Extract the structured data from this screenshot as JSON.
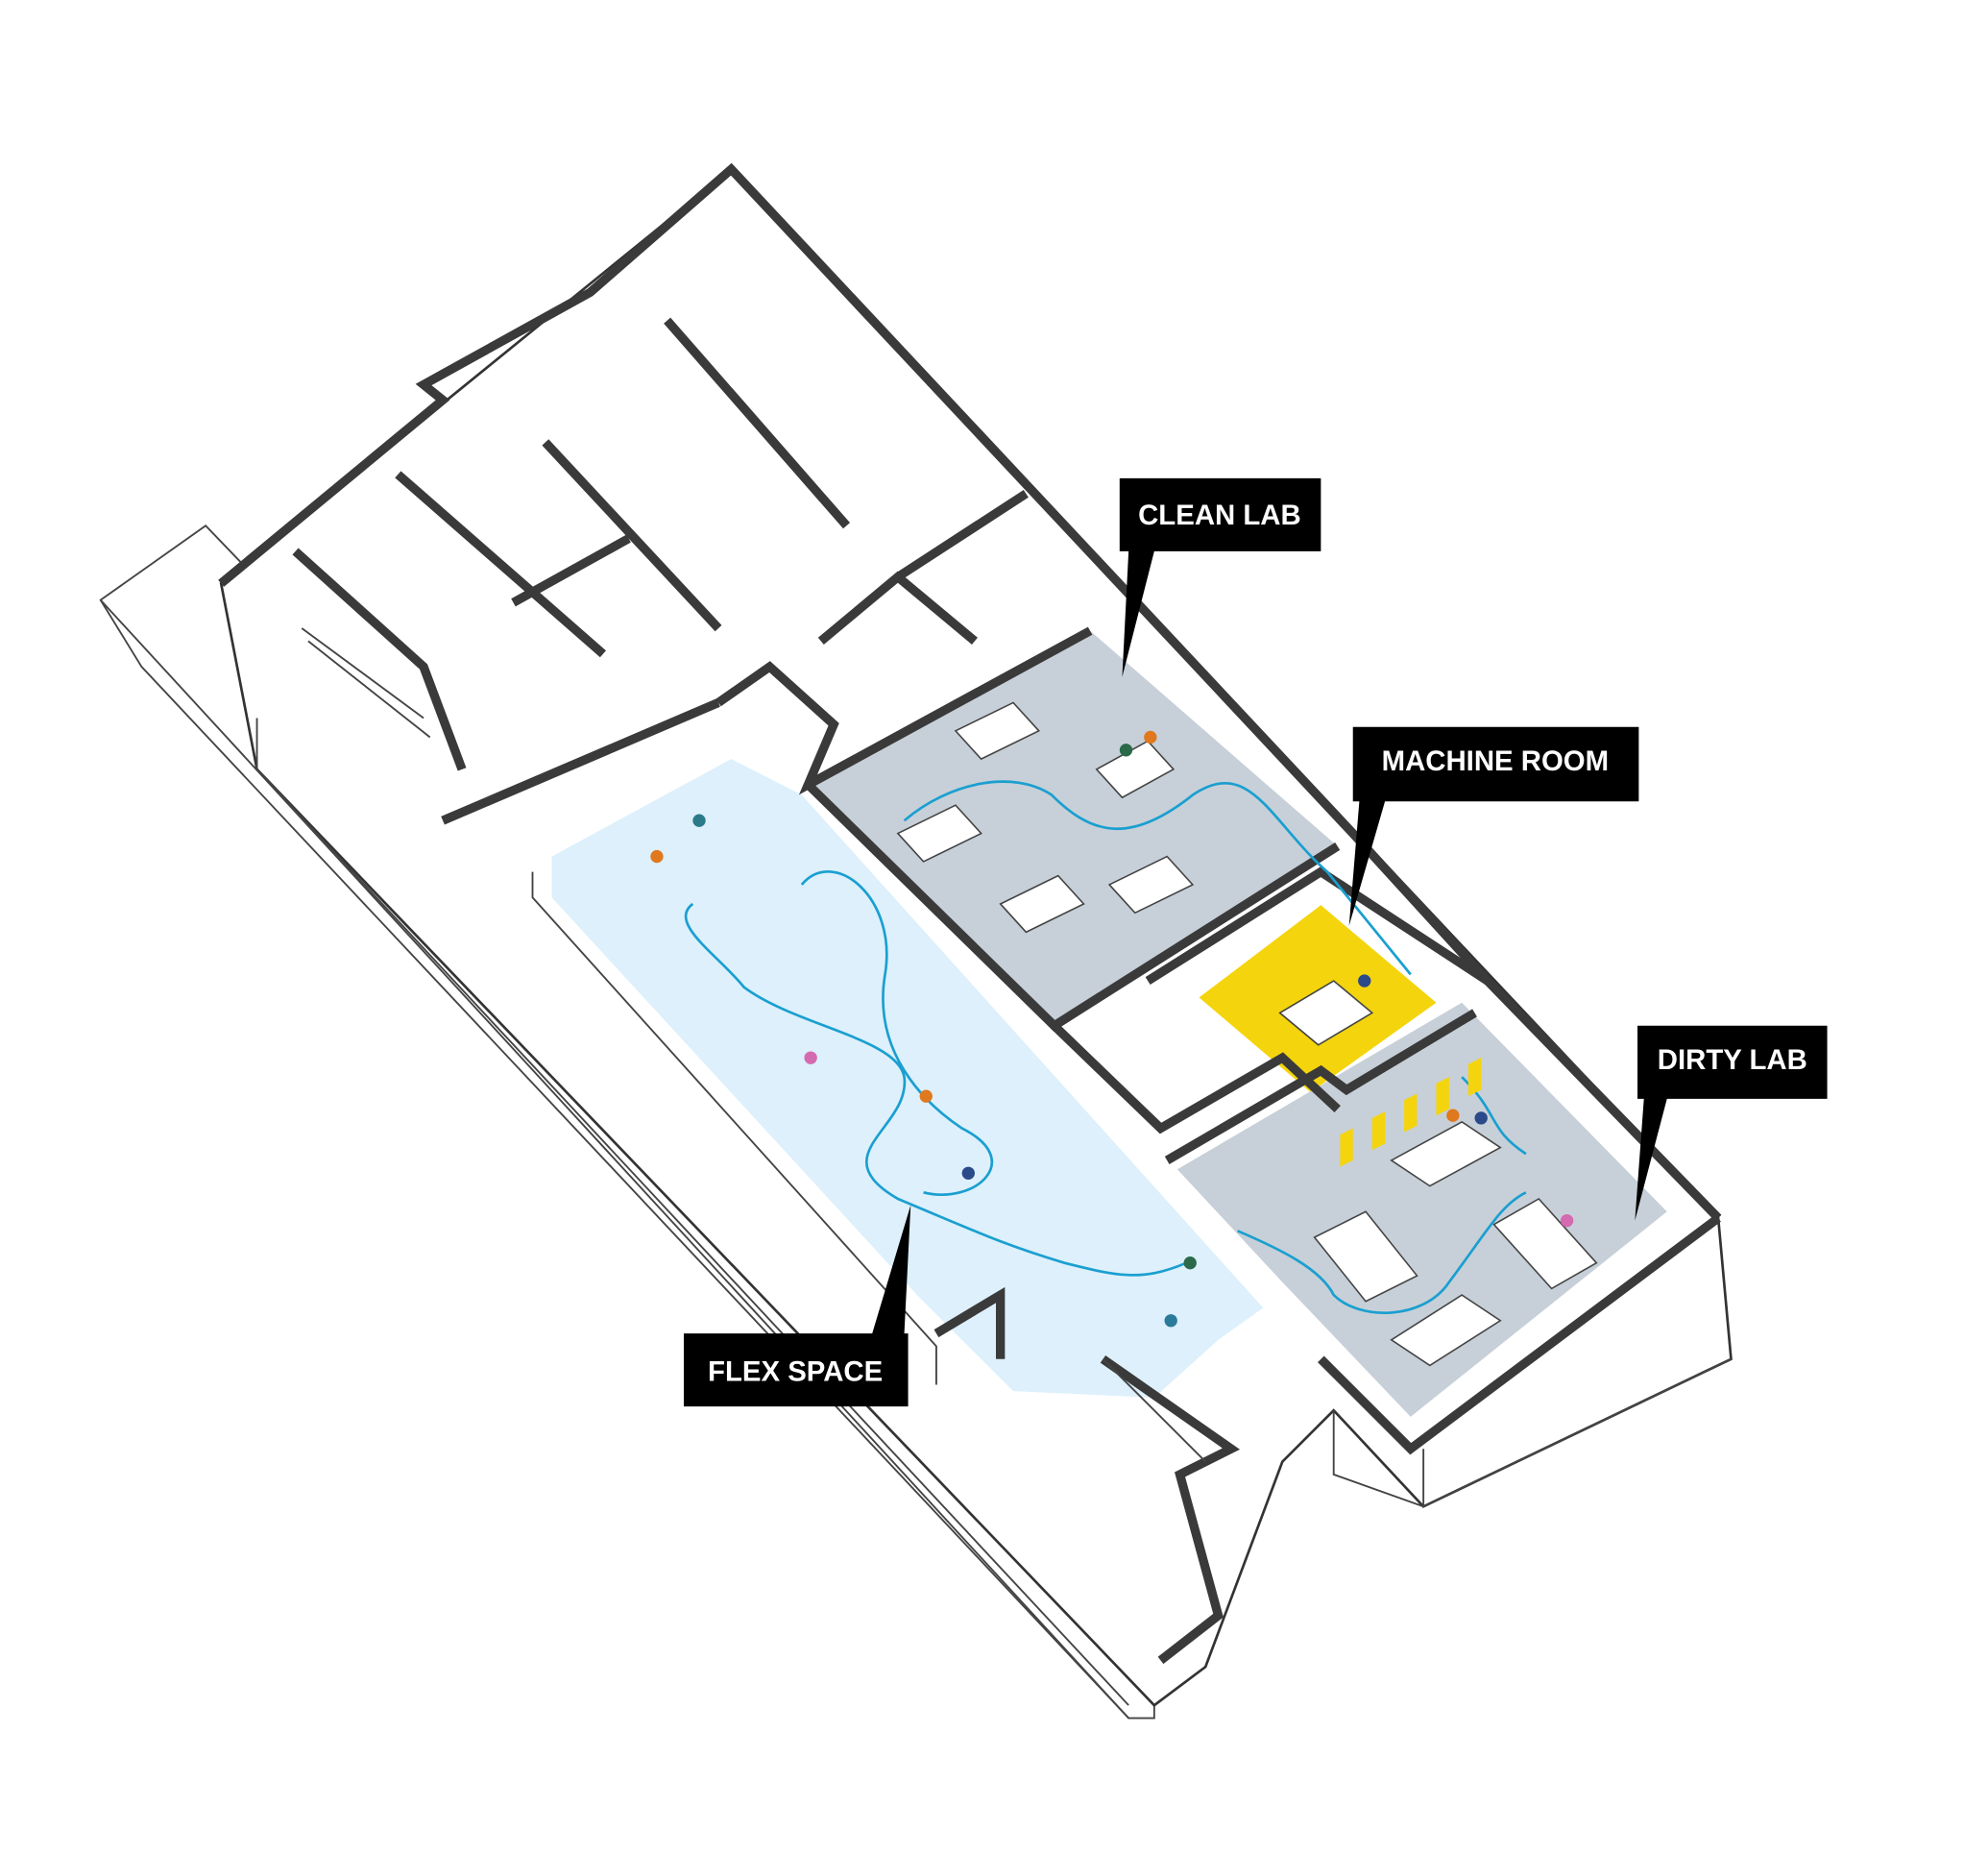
{
  "title": "Axonometric floor plan",
  "colors": {
    "flex_space_floor": "#ddf0fb",
    "lab_floor": "#c7d0d8",
    "machine_room_floor": "#f4d40c",
    "circulation_path": "#1a9fd0",
    "label_background": "#000000",
    "label_text": "#ffffff"
  },
  "labels": {
    "clean_lab": "CLEAN LAB",
    "machine_room": "MACHINE ROOM",
    "dirty_lab": "DIRTY LAB",
    "flex_space": "FLEX SPACE"
  }
}
